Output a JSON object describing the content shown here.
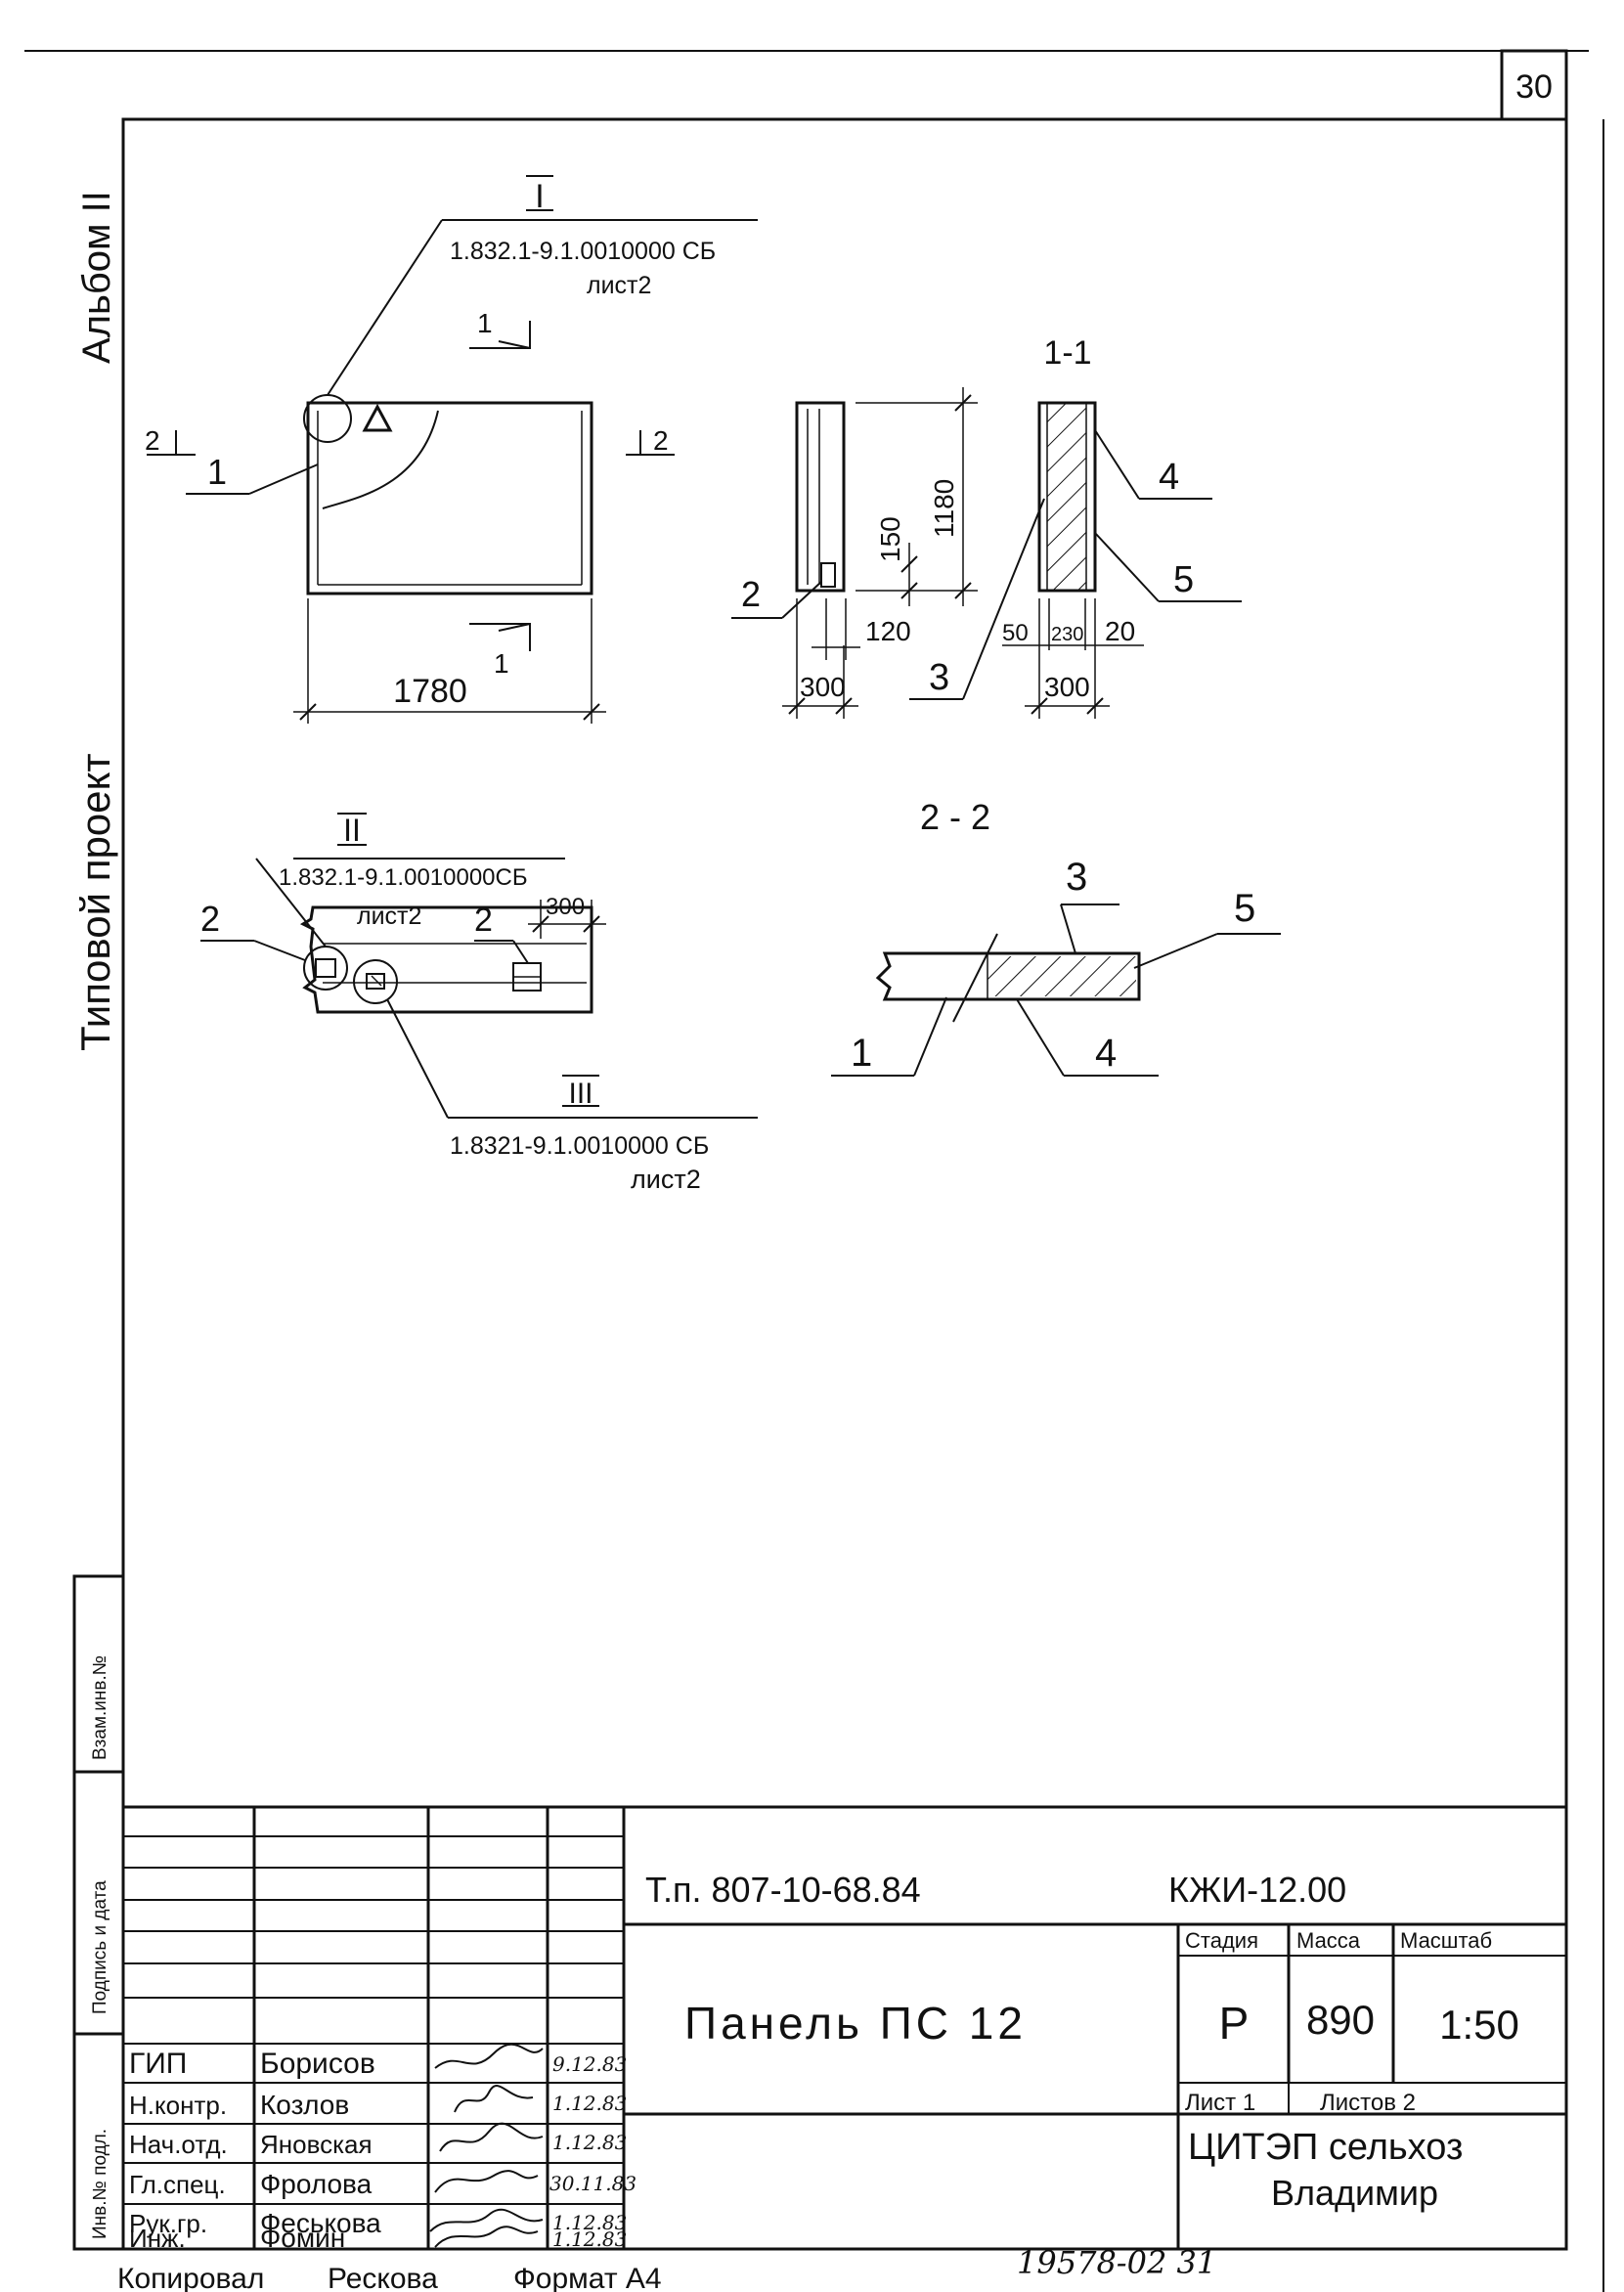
{
  "page_number": "30",
  "vertical_labels": {
    "album": "Альбом II",
    "project": "Типовой проект",
    "strip": [
      "Инв.№ подл.",
      "Подпись и дата",
      "Взам.инв.№"
    ]
  },
  "drawing": {
    "elev_callout": {
      "numeral": "I",
      "ref": "1.832.1-9.1.0010000 СБ",
      "sheet": "лист2"
    },
    "elev_section_marks": {
      "s1a": "1",
      "s1b": "1",
      "s2a": "2",
      "s2b": "2",
      "pos1": "1"
    },
    "elev_dim_length": "1780",
    "side_view": {
      "pos2": "2",
      "dim_1180": "1180",
      "dim_150": "150",
      "dim_120": "120",
      "dim_300": "300"
    },
    "section_1_1": {
      "title": "1-1",
      "pos4": "4",
      "pos5": "5",
      "pos3": "3",
      "dim_50": "50",
      "dim_230": "230",
      "dim_20": "20",
      "dim_300": "300"
    },
    "plan_view": {
      "numeral_top": "II",
      "ref_top": "1.832.1-9.1.0010000СБ",
      "sheet_top": "лист2",
      "pos2a": "2",
      "pos2b": "2",
      "dim_300": "300",
      "numeral_bottom": "III",
      "ref_bottom": "1.8321-9.1.0010000 СБ",
      "sheet_bottom": "лист2"
    },
    "section_2_2": {
      "title": "2 - 2",
      "pos3": "3",
      "pos5": "5",
      "pos1": "1",
      "pos4": "4"
    }
  },
  "title_block": {
    "roles": [
      "ГИП",
      "Н.контр.",
      "Нач.отд.",
      "Гл.спец.",
      "Рук.гр.",
      "Инж."
    ],
    "names": [
      "Борисов",
      "Козлов",
      "Яновская",
      "Фролова",
      "Феськова",
      "Фомин"
    ],
    "dates": [
      "9.12.83",
      "1.12.83",
      "1.12.83",
      "30.11.83",
      "1.12.83",
      "1.12.83"
    ],
    "doc_code": "Т.п. 807-10-68.84",
    "mark": "КЖИ-12.00",
    "product_name": "Панель ПС 12",
    "stage_header": "Стадия",
    "mass_header": "Масса",
    "scale_header": "Масштаб",
    "stage": "Р",
    "mass": "890",
    "scale": "1:50",
    "sheet_label": "Лист 1",
    "sheets_label": "Листов 2",
    "org_line1": "ЦИТЭП сельхоз",
    "org_line2": "Владимир"
  },
  "footer": {
    "copied": "Копировал",
    "copier_name": "Рескова",
    "format": "Формат А4",
    "archive_number": "19578-02 31"
  }
}
